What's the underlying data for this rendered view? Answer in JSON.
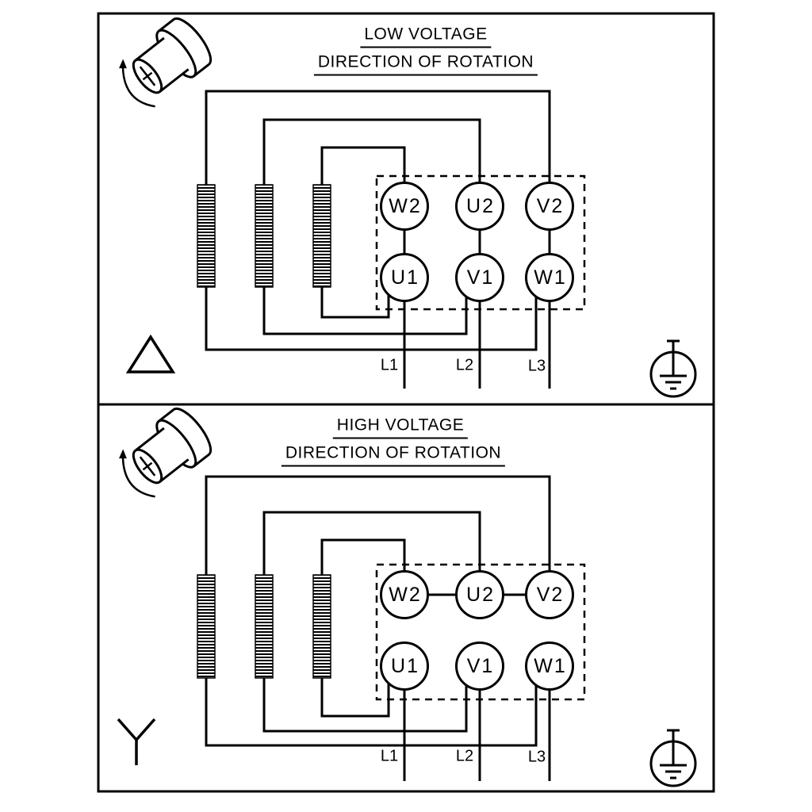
{
  "colors": {
    "line": "#000000",
    "background": "#ffffff",
    "text": "#000000"
  },
  "panels": [
    {
      "title": "LOW VOLTAGE",
      "subtitle": "DIRECTION OF ROTATION",
      "connection": "delta",
      "terminals": {
        "top": [
          "W2",
          "U2",
          "V2"
        ],
        "bottom": [
          "U1",
          "V1",
          "W1"
        ]
      },
      "line_labels": [
        "L1",
        "L2",
        "L3"
      ],
      "icons": [
        "shaft-rotation-icon",
        "delta-symbol",
        "earth-icon"
      ]
    },
    {
      "title": "HIGH VOLTAGE",
      "subtitle": "DIRECTION OF ROTATION",
      "connection": "star",
      "terminals": {
        "top": [
          "W2",
          "U2",
          "V2"
        ],
        "bottom": [
          "U1",
          "V1",
          "W1"
        ]
      },
      "line_labels": [
        "L1",
        "L2",
        "L3"
      ],
      "icons": [
        "shaft-rotation-icon",
        "star-symbol",
        "earth-icon"
      ]
    }
  ]
}
